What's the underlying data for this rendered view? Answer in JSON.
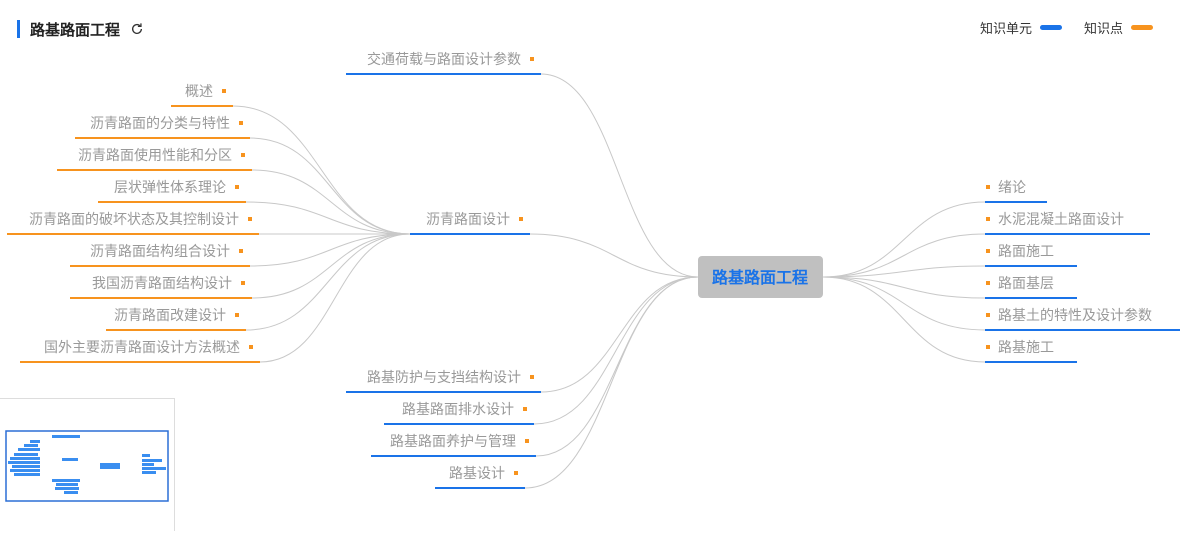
{
  "header": {
    "title": "路基路面工程",
    "refresh_icon": "refresh-icon"
  },
  "legend": [
    {
      "label": "知识单元",
      "color": "#1a73e8"
    },
    {
      "label": "知识点",
      "color": "#f7931e"
    }
  ],
  "colors": {
    "unit": "#1a73e8",
    "point": "#f7931e",
    "curve": "#c8c8c8",
    "root_bg": "#c0c0c0"
  },
  "mindmap": {
    "root": "路基路面工程",
    "left": [
      {
        "label": "交通荷载与路面设计参数",
        "kind": "unit"
      },
      {
        "label": "沥青路面设计",
        "kind": "unit",
        "children": [
          "概述",
          "沥青路面的分类与特性",
          "沥青路面使用性能和分区",
          "层状弹性体系理论",
          "沥青路面的破坏状态及其控制设计",
          "沥青路面结构组合设计",
          "我国沥青路面结构设计",
          "沥青路面改建设计",
          "国外主要沥青路面设计方法概述"
        ]
      },
      {
        "label": "路基防护与支挡结构设计",
        "kind": "unit"
      },
      {
        "label": "路基路面排水设计",
        "kind": "unit"
      },
      {
        "label": "路基路面养护与管理",
        "kind": "unit"
      },
      {
        "label": "路基设计",
        "kind": "unit"
      }
    ],
    "right": [
      {
        "label": "绪论",
        "kind": "unit"
      },
      {
        "label": "水泥混凝土路面设计",
        "kind": "unit"
      },
      {
        "label": "路面施工",
        "kind": "unit"
      },
      {
        "label": "路面基层",
        "kind": "unit"
      },
      {
        "label": "路基土的特性及设计参数",
        "kind": "unit"
      },
      {
        "label": "路基施工",
        "kind": "unit"
      }
    ]
  }
}
